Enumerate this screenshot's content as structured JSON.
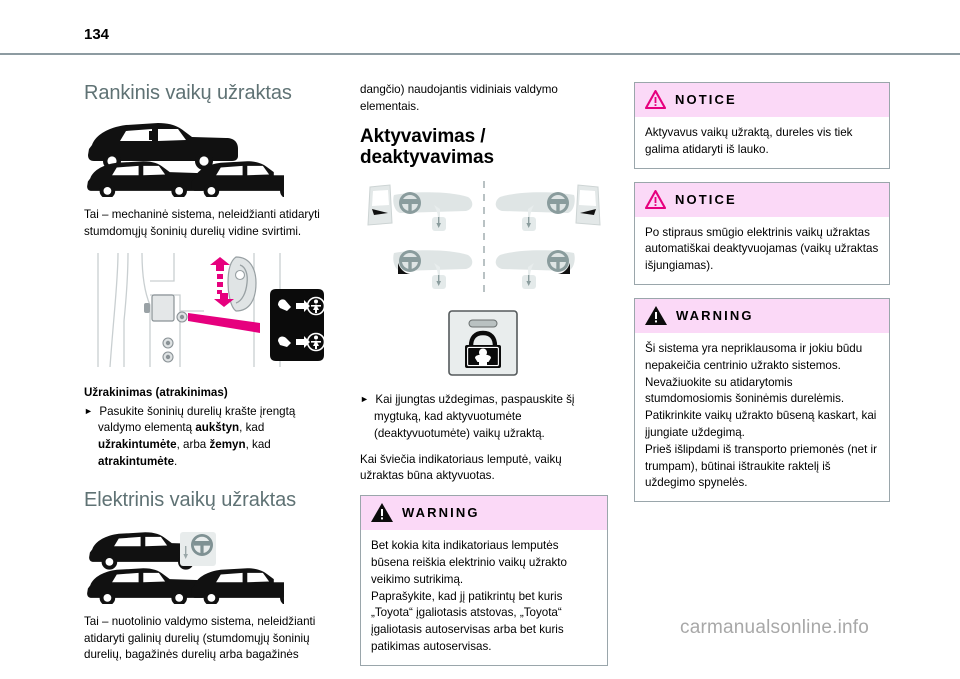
{
  "page": {
    "number": "134",
    "watermark": "carmanualsonline.info"
  },
  "column1": {
    "heading_manual": "Rankinis vaikų užraktas",
    "intro_manual": "Tai – mechaninė sistema, neleidžianti atidaryti stumdomųjų šoninių durelių vidine svirtimi.",
    "subhead_lock": "Užrakinimas (atrakinimas)",
    "bullet_lock_pre": "Pasukite šoninių durelių krašte įrengtą valdymo elementą ",
    "bullet_lock_b1": "aukštyn",
    "bullet_lock_mid1": ", kad ",
    "bullet_lock_b2": "užrakintumėte",
    "bullet_lock_mid2": ", arba ",
    "bullet_lock_b3": "žemyn",
    "bullet_lock_mid3": ", kad ",
    "bullet_lock_b4": "atrakintumėte",
    "bullet_lock_end": ".",
    "heading_electric": "Elektrinis vaikų užraktas",
    "intro_electric": "Tai – nuotolinio valdymo sistema, neleidžianti atidaryti galinių durelių (stumdomųjų šoninių durelių, bagažinės durelių arba bagažinės"
  },
  "column2": {
    "continued_text": "dangčio) naudojantis vidiniais valdymo elementais.",
    "heading_activate": "Aktyvavimas / deaktyvavimas",
    "bullet_activate": "Kai įjungtas uždegimas, paspauskite šį mygtuką, kad aktyvuotumėte (deaktyvuotumėte) vaikų užraktą.",
    "indicator_text": "Kai šviečia indikatoriaus lemputė, vaikų užraktas būna aktyvuotas.",
    "warning": {
      "title": "WARNING",
      "body": "Bet kokia kita indikatoriaus lemputės būsena reiškia elektrinio vaikų užrakto veikimo sutrikimą.\nPaprašykite, kad jį patikrintų bet kuris „Toyota“ įgaliotasis atstovas, „Toyota“ įgaliotasis autoservisas arba bet kuris patikimas autoservisas."
    }
  },
  "column3": {
    "notice1": {
      "title": "NOTICE",
      "body": "Aktyvavus vaikų užraktą, dureles vis tiek galima atidaryti iš lauko."
    },
    "notice2": {
      "title": "NOTICE",
      "body": "Po stipraus smūgio elektrinis vaikų užraktas automatiškai deaktyvuojamas (vaikų užraktas išjungiamas)."
    },
    "warning": {
      "title": "WARNING",
      "body": "Ši sistema yra nepriklausoma ir jokiu būdu nepakeičia centrinio užrakto sistemos.\nNevažiuokite su atidarytomis stumdomosiomis šoninėmis durelėmis.\nPatikrinkite vaikų užrakto būseną kaskart, kai įjungiate uždegimą.\nPrieš išlipdami iš transporto priemonės (net ir trumpam), būtinai ištraukite raktelį iš uždegimo spynelės."
    }
  },
  "colors": {
    "heading_teal": "#5f7274",
    "notice_bg": "#fbd9f7",
    "accent_magenta": "#e6007e",
    "rule_gray": "#8d9ba1",
    "watermark_gray": "#a8a8a8"
  },
  "icons": {
    "van_large": "van-silhouette-icon",
    "van_small_1": "van-silhouette-short-icon",
    "van_small_2": "van-silhouette-long-icon",
    "steering_wheel": "steering-wheel-icon",
    "child_lock_button": "child-lock-button-icon",
    "door_latch_diagram": "door-latch-illustration",
    "dashboard_variants": "dashboard-variants-illustration",
    "warning_triangle": "warning-triangle-icon",
    "notice_triangle": "notice-triangle-icon",
    "bullet_arrow": "bullet-arrow-icon"
  }
}
